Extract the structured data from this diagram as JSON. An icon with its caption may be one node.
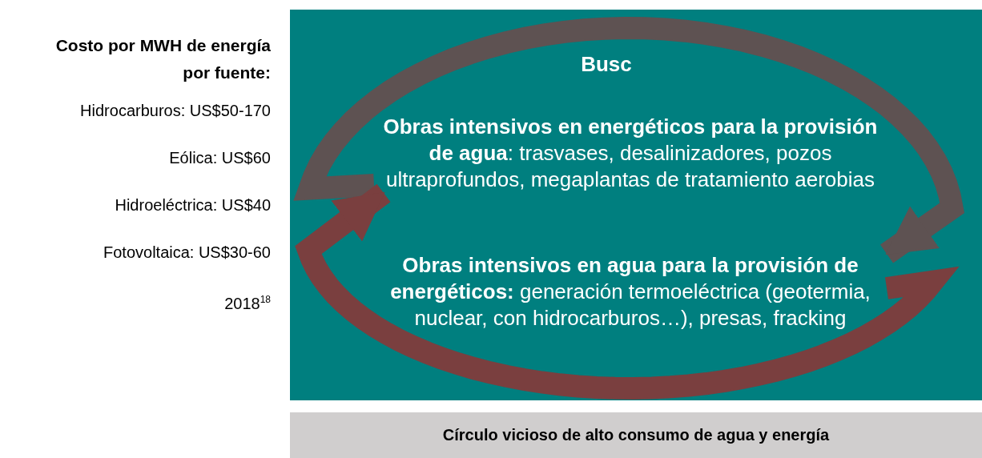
{
  "diagram": {
    "caption": "Círculo vicioso de alto consumo de agua y energía",
    "nodes": [
      {
        "text": [],
        "shape": "box"
      },
      {
        "text": [
          "Busc"
        ],
        "in": 0
      },
      {
        "text": [
          "**Obras intensivos en energéticos para la provisión de agua**: trasvases, desalinizadores, pozos ultraprofundos, megaplantas de tratamiento aerobias"
        ],
        "in": 0
      },
      {
        "text": [
          "**Obras intensivos en agua para la provisión de energéticos:** generación termoeléctrica (geotermia, nuclear, con hidrocarburos…), presas, fracking"
        ],
        "in": 0
      }
    ],
    "edges": [
      {
        "from": 2,
        "to": 3,
        "arrow": "to",
        "color": "#5e5252"
      },
      {
        "from": 3,
        "to": 2,
        "arrow": "to",
        "color": "#7a3f3f"
      }
    ],
    "labels": [
      "Costo por MWH de energía por fuente:",
      "Hidrocarburos: US$50-170",
      "Eólica: US$60",
      "Hidroeléctrica: US$40",
      "Fotovoltaica: US$30-60",
      "2018$^{18}$"
    ]
  }
}
